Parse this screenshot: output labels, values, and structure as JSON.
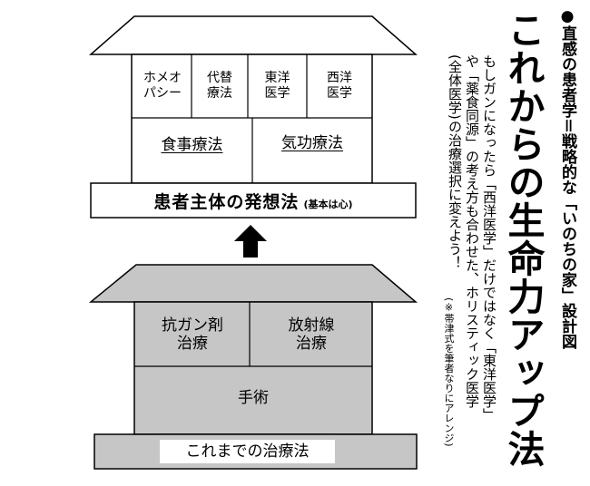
{
  "upper_house": {
    "rooms_top": [
      "ホメオ\nパシー",
      "代替\n療法",
      "東洋\n医学",
      "西洋\n医学"
    ],
    "rooms_mid": [
      "食事療法",
      "気功療法"
    ],
    "foundation": "患者主体の発想法",
    "foundation_note": "(基本は心)"
  },
  "lower_house": {
    "rooms_top": [
      "抗ガン剤\n治療",
      "放射線\n治療"
    ],
    "room_main": "手術",
    "foundation": "これまでの治療法"
  },
  "side": {
    "subtitle": "●直感の患者学＝戦略的な「いのちの家」設計図",
    "title": "これからの生命力アップ法",
    "body_col1": "もしガンになったら「西洋医学」だけではなく「東洋医学」",
    "body_col2": "や「薬食同源」の考え方も合わせた、ホリスティック医学",
    "body_col3": "(全体医学)の治療選択に変えよう！",
    "note": "(※帯津式を筆者なりにアレンジ)"
  },
  "colors": {
    "gray_fill": "#c6c6c6",
    "line": "#000000",
    "paper": "#ffffff"
  }
}
